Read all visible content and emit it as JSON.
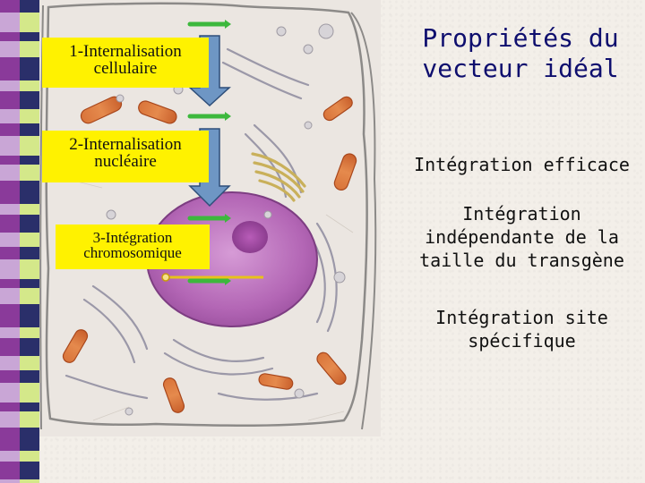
{
  "slide": {
    "title_line1": "Propriétés du",
    "title_line2": "vecteur idéal",
    "properties": [
      {
        "text": "Intégration efficace"
      },
      {
        "line1": "Intégration",
        "line2": "indépendante de la",
        "line3": "taille du transgène"
      },
      {
        "line1": "Intégration site",
        "line2": "spécifique"
      }
    ]
  },
  "steps": [
    {
      "line1": "1-Internalisation",
      "line2": "cellulaire"
    },
    {
      "line1": "2-Internalisation",
      "line2": "nucléaire"
    },
    {
      "line1": "3-Intégration",
      "line2": "chromosomique"
    }
  ],
  "colors": {
    "label_background": "#fff200",
    "arrow_fill": "#6e96c4",
    "green_marker": "#3db83d",
    "yellow_marker": "#e8c21a",
    "title_color": "#0e0e6e",
    "stripe_colors": [
      "#8a3a9a",
      "#3d6fb5",
      "#2a2f6a",
      "#c9a6d6",
      "#b8d2ea",
      "#d4e88a"
    ]
  }
}
